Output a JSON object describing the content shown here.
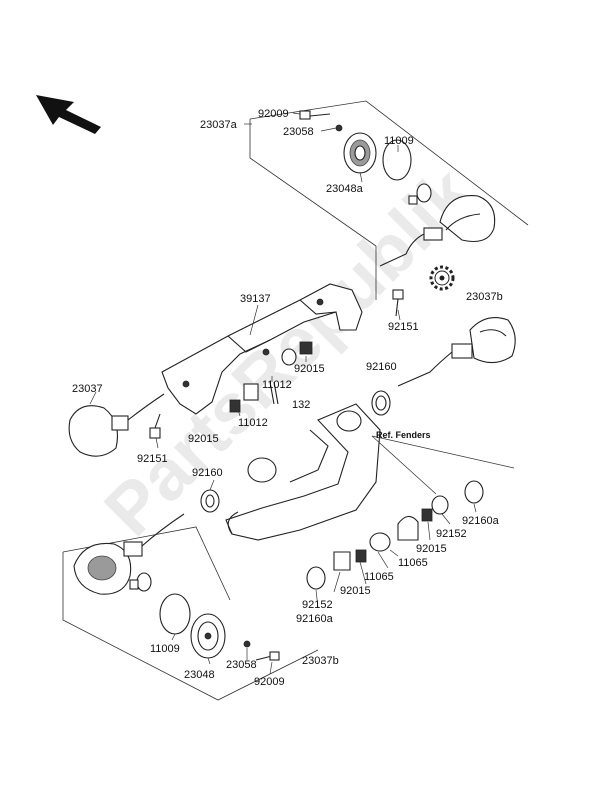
{
  "watermark": "PartsRepublik",
  "ref_note": "Ref. Fenders",
  "labels": {
    "l_23037a": "23037a",
    "l_92009_top": "92009",
    "l_23058_top": "23058",
    "l_11009_top": "11009",
    "l_23048a": "23048a",
    "l_23037b_right": "23037b",
    "l_39137": "39137",
    "l_92151_right": "92151",
    "l_92160_right": "92160",
    "l_92015_mid": "92015",
    "l_11012_a": "11012",
    "l_132": "132",
    "l_11012_b": "11012",
    "l_92015_left": "92015",
    "l_23037_left": "23037",
    "l_92151_left": "92151",
    "l_92160_left": "92160",
    "l_92160a_right": "92160a",
    "l_92152_right": "92152",
    "l_92015_r2": "92015",
    "l_11065_a": "11065",
    "l_11065_b": "11065",
    "l_92015_bot": "92015",
    "l_92152_bot": "92152",
    "l_92160a_bot": "92160a",
    "l_11009_bot": "11009",
    "l_23058_bot": "23058",
    "l_23037b_bot": "23037b",
    "l_23048": "23048",
    "l_92009_bot": "92009"
  },
  "icons": {
    "direction": "front-direction-arrow-icon",
    "gear": "gear-icon"
  }
}
